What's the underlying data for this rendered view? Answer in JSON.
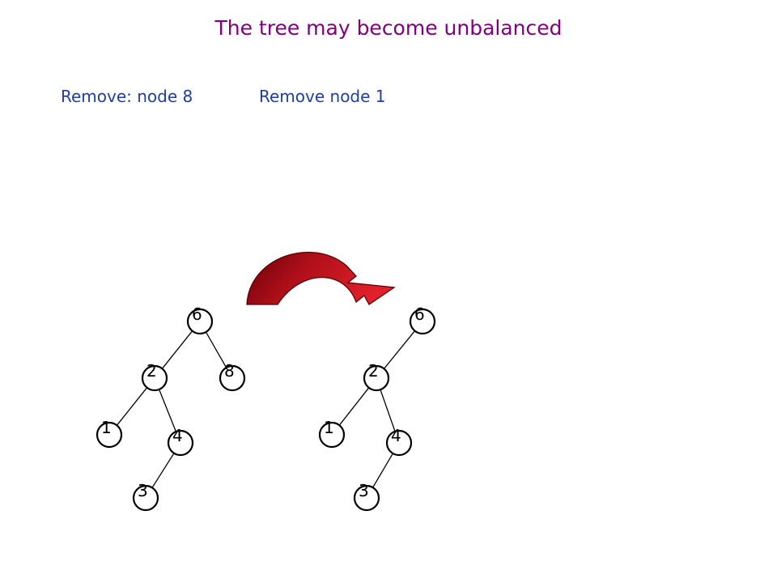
{
  "title": "The tree may become unbalanced",
  "captions": {
    "left": "Remove: node 8",
    "right": "Remove node 1"
  },
  "colors": {
    "title": "#800080",
    "caption": "#1f3f9f",
    "arrow": "#b0101a",
    "arrow_dark": "#6a0008"
  },
  "trees": [
    {
      "id": "before",
      "nodes": [
        "6",
        "2",
        "8",
        "1",
        "4",
        "3"
      ],
      "edges": [
        [
          "6",
          "2"
        ],
        [
          "6",
          "8"
        ],
        [
          "2",
          "1"
        ],
        [
          "2",
          "4"
        ],
        [
          "4",
          "3"
        ]
      ]
    },
    {
      "id": "after",
      "nodes": [
        "6",
        "2",
        "1",
        "4",
        "3"
      ],
      "edges": [
        [
          "6",
          "2"
        ],
        [
          "2",
          "1"
        ],
        [
          "2",
          "4"
        ],
        [
          "4",
          "3"
        ]
      ]
    }
  ],
  "arrow_icon": "curved-arrow-icon"
}
